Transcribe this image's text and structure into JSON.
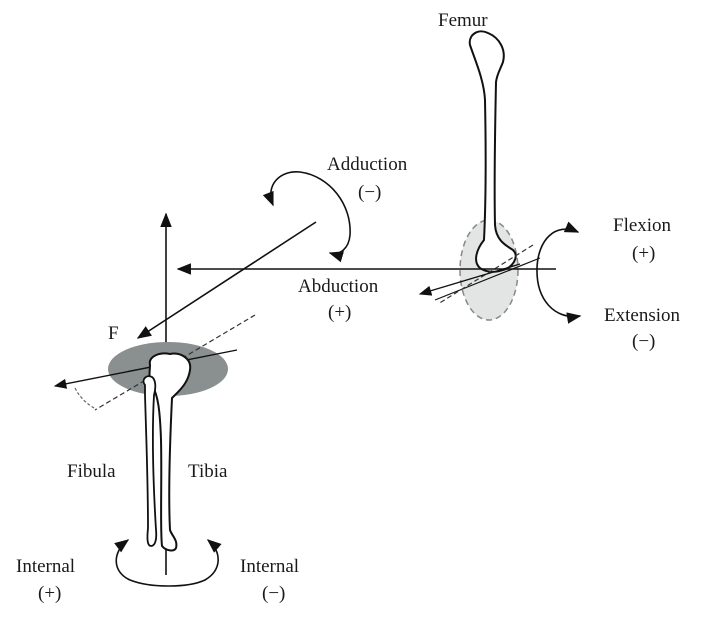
{
  "labels": {
    "femur": "Femur",
    "adduction": "Adduction",
    "adduction_sign": "(−)",
    "abduction": "Abduction",
    "abduction_sign": "(+)",
    "flexion": "Flexion",
    "flexion_sign": "(+)",
    "extension": "Extension",
    "extension_sign": "(−)",
    "f_marker": "F",
    "fibula": "Fibula",
    "tibia": "Tibia",
    "internal_left": "Internal",
    "internal_left_sign": "(+)",
    "internal_right": "Internal",
    "internal_right_sign": "(−)"
  },
  "colors": {
    "stroke": "#111111",
    "tibial_plateau_fill": "#8a8f8f",
    "femoral_condyle_fill": "#e3e4e4",
    "dashed": "#333333"
  }
}
